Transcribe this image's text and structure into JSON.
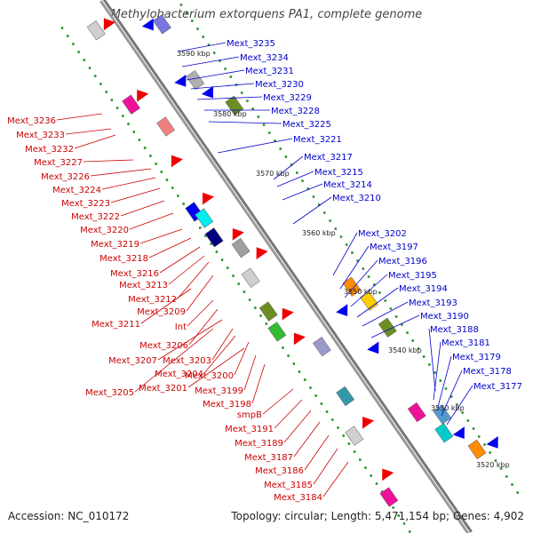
{
  "title": "Methylobacterium extorquens PA1, complete genome",
  "footer": {
    "accession": "Accession: NC_010172",
    "summary": "Topology: circular; Length: 5,471,154 bp; Genes: 4,902"
  },
  "colors": {
    "forward_gene": "#0000ee",
    "reverse_gene": "#ee0000",
    "forward_label": "#0000cc",
    "reverse_label": "#cc0000",
    "tick": "#228b22",
    "backbone": "#888888"
  },
  "scale_ticks": [
    "3590 kbp",
    "3580 kbp",
    "3570 kbp",
    "3560 kbp",
    "3550 kbp",
    "3540 kbp",
    "3530 kbp",
    "3520 kbp"
  ],
  "forward_labels": [
    "Mext_3235",
    "Mext_3234",
    "Mext_3231",
    "Mext_3230",
    "Mext_3229",
    "Mext_3228",
    "Mext_3225",
    "Mext_3221",
    "Mext_3217",
    "Mext_3215",
    "Mext_3214",
    "Mext_3210",
    "Mext_3202",
    "Mext_3197",
    "Mext_3196",
    "Mext_3195",
    "Mext_3194",
    "Mext_3193",
    "Mext_3190",
    "Mext_3188",
    "Mext_3181",
    "Mext_3179",
    "Mext_3178",
    "Mext_3177"
  ],
  "reverse_labels": [
    "Mext_3236",
    "Mext_3233",
    "Mext_3232",
    "Mext_3227",
    "Mext_3226",
    "Mext_3224",
    "Mext_3223",
    "Mext_3222",
    "Mext_3220",
    "Mext_3219",
    "Mext_3218",
    "Mext_3216",
    "Mext_3213",
    "Mext_3212",
    "Mext_3209",
    "Mext_3211",
    "Int",
    "Mext_3206",
    "Mext_3207",
    "Mext_3203",
    "Mext_3204",
    "Mext_3200",
    "Mext_3205",
    "Mext_3201",
    "Mext_3199",
    "Mext_3198",
    "smpB",
    "Mext_3191",
    "Mext_3189",
    "Mext_3187",
    "Mext_3186",
    "Mext_3185",
    "Mext_3184"
  ]
}
